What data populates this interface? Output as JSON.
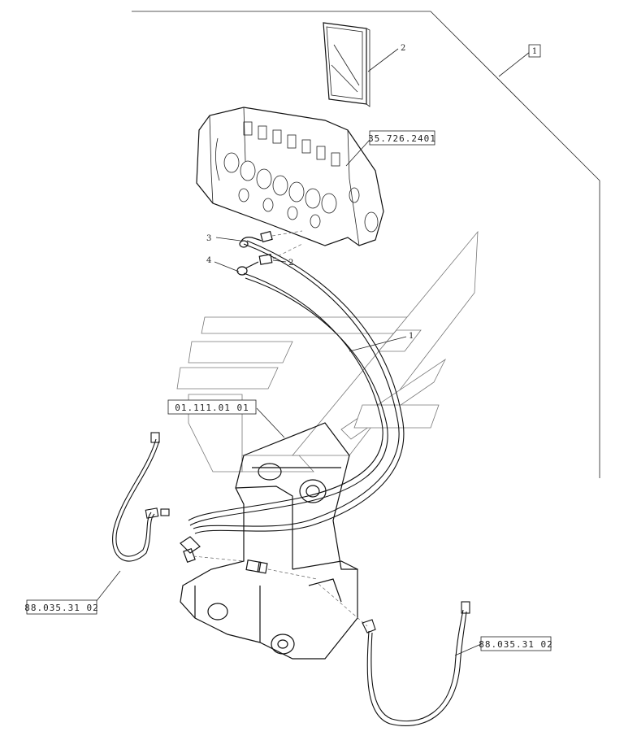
{
  "references": {
    "kit_box": "1",
    "control_valve": "35.726.2401",
    "boom_pivot": "01.111.01 01",
    "hose_left": "88.035.31 02",
    "hose_right": "88.035.31 02"
  },
  "callouts": {
    "manual": "2",
    "elbow_upper": "3",
    "elbow_lower": "4",
    "adapter": "2",
    "hose_pair": "1"
  }
}
